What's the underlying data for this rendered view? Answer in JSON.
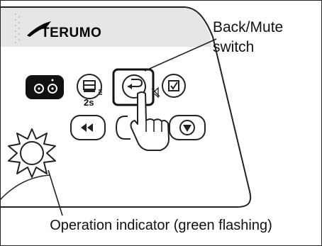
{
  "panel": {
    "brand": "TERUMO",
    "timer_label": "2s",
    "buttons": [
      {
        "name": "power-indicator-button",
        "icon": "dual-dot-icon"
      },
      {
        "name": "display-button",
        "icon": "screen-icon"
      },
      {
        "name": "back-mute-button",
        "icon": "return-arrow-icon"
      },
      {
        "name": "check-button",
        "icon": "checkbox-icon"
      },
      {
        "name": "rewind-button",
        "icon": "rewind-icon"
      },
      {
        "name": "hidden-button",
        "icon": "blank-icon"
      },
      {
        "name": "stop-button",
        "icon": "stop-circle-icon"
      }
    ]
  },
  "callouts": {
    "back_mute_line1": "Back/Mute",
    "back_mute_line2": "switch",
    "operation_indicator": "Operation indicator (green flashing)"
  },
  "colors": {
    "panel_top": "#e6e6e6",
    "outline": "#222222",
    "black_button": "#111111"
  }
}
